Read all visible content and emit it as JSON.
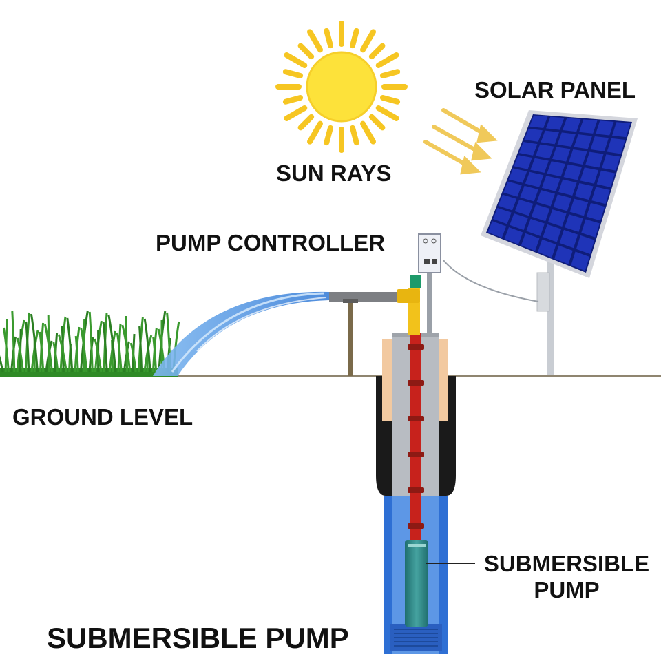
{
  "labels": {
    "solar_panel": "SOLAR PANEL",
    "sun_rays": "SUN RAYS",
    "pump_controller": "PUMP CONTROLLER",
    "ground_level": "GROUND LEVEL",
    "submersible_pump": "SUBMERSIBLE\nPUMP"
  },
  "title": "SUBMERSIBLE PUMP",
  "colors": {
    "sun": "#fde23a",
    "sun_rays": "#f6c622",
    "panel_cells": "#1a2a9c",
    "panel_frame": "#d4d6dd",
    "water": "#4a8fe0",
    "grass": "#3a9a2e",
    "pipe_yellow": "#f2c21b",
    "cable_red": "#c7221c",
    "pump_body": "#2f8a8a",
    "well_casing": "#b8bcc2",
    "ground_line": "#8f8570"
  }
}
